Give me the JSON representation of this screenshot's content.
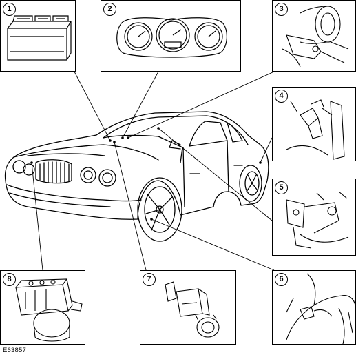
{
  "figure_id": "E63857",
  "callouts": [
    {
      "number": "1",
      "component": "module-icon"
    },
    {
      "number": "2",
      "component": "instrument-cluster-icon"
    },
    {
      "number": "3",
      "component": "steering-column-sensor-icon"
    },
    {
      "number": "4",
      "component": "pedal-switch-icon"
    },
    {
      "number": "5",
      "component": "brake-sensor-icon"
    },
    {
      "number": "6",
      "component": "wheel-speed-sensor-icon"
    },
    {
      "number": "7",
      "component": "switch-actuator-icon"
    },
    {
      "number": "8",
      "component": "abs-modulator-icon"
    }
  ],
  "colors": {
    "line": "#000000",
    "background": "#ffffff"
  }
}
